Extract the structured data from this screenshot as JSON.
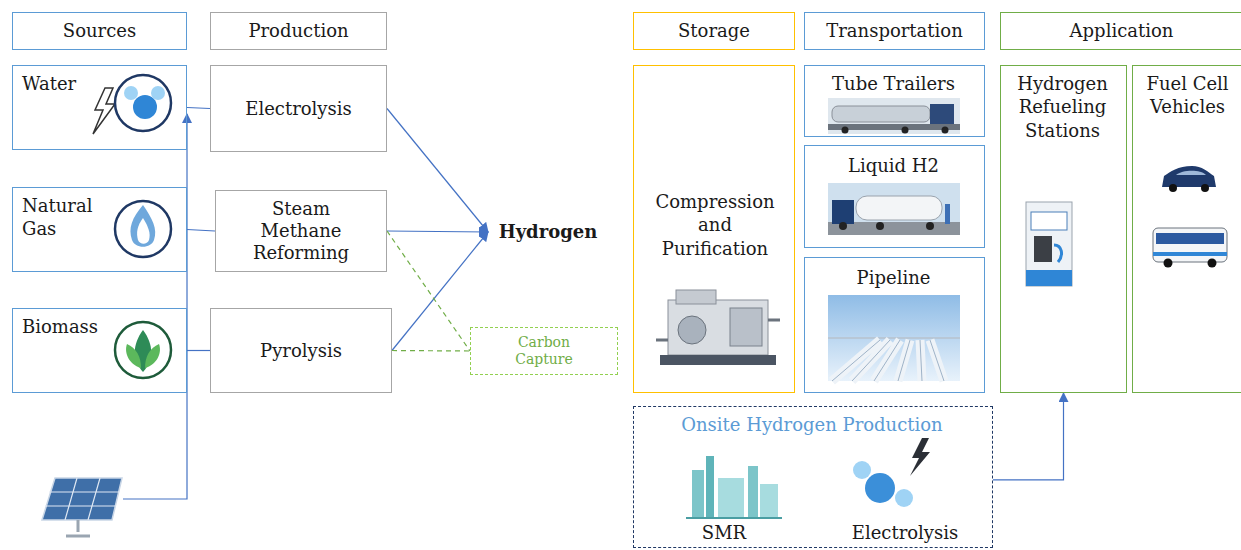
{
  "diagram": {
    "nodes": [
      {
        "text": [
          "Sources"
        ]
      },
      {
        "text": [
          "Production"
        ]
      },
      {
        "text": [
          "Storage"
        ]
      },
      {
        "text": [
          "Transportation"
        ]
      },
      {
        "text": [
          "Application"
        ]
      },
      {
        "text": [
          "Water"
        ]
      },
      {
        "text": [
          "Electrolysis"
        ]
      },
      {
        "text": [
          "Natural Gas"
        ]
      },
      {
        "text": [
          "Steam Methane Reforming"
        ]
      },
      {
        "text": [
          "Biomass"
        ]
      },
      {
        "text": [
          "Pyrolysis"
        ]
      },
      {
        "text": [
          "Hydrogen"
        ]
      },
      {
        "text": [
          "Carbon Capture"
        ]
      },
      {
        "text": [
          "Compression and Purification"
        ]
      },
      {
        "text": [
          "Tube Trailers"
        ]
      },
      {
        "text": [
          "Liquid H2"
        ]
      },
      {
        "text": [
          "Pipeline"
        ]
      },
      {
        "text": [
          "Hydrogen Refueling Stations"
        ]
      },
      {
        "text": [
          "Fuel Cell Vehicles"
        ]
      },
      {
        "text": [
          "Onsite Hydrogen Production",
          "SMR",
          "Electrolysis"
        ]
      }
    ],
    "edges": [
      {
        "from": 5,
        "to": 6,
        "arrow": "none"
      },
      {
        "from": 7,
        "to": 8,
        "arrow": "none"
      },
      {
        "from": 9,
        "to": 10,
        "arrow": "none"
      },
      {
        "from": 6,
        "to": 11,
        "arrow": "to"
      },
      {
        "from": 8,
        "to": 11,
        "arrow": "to"
      },
      {
        "from": 10,
        "to": 11,
        "arrow": "to"
      },
      {
        "from": 8,
        "to": 12,
        "arrow": "none"
      },
      {
        "from": 10,
        "to": 12,
        "arrow": "none"
      },
      {
        "from": 19,
        "to": 17,
        "arrow": "to"
      }
    ]
  }
}
